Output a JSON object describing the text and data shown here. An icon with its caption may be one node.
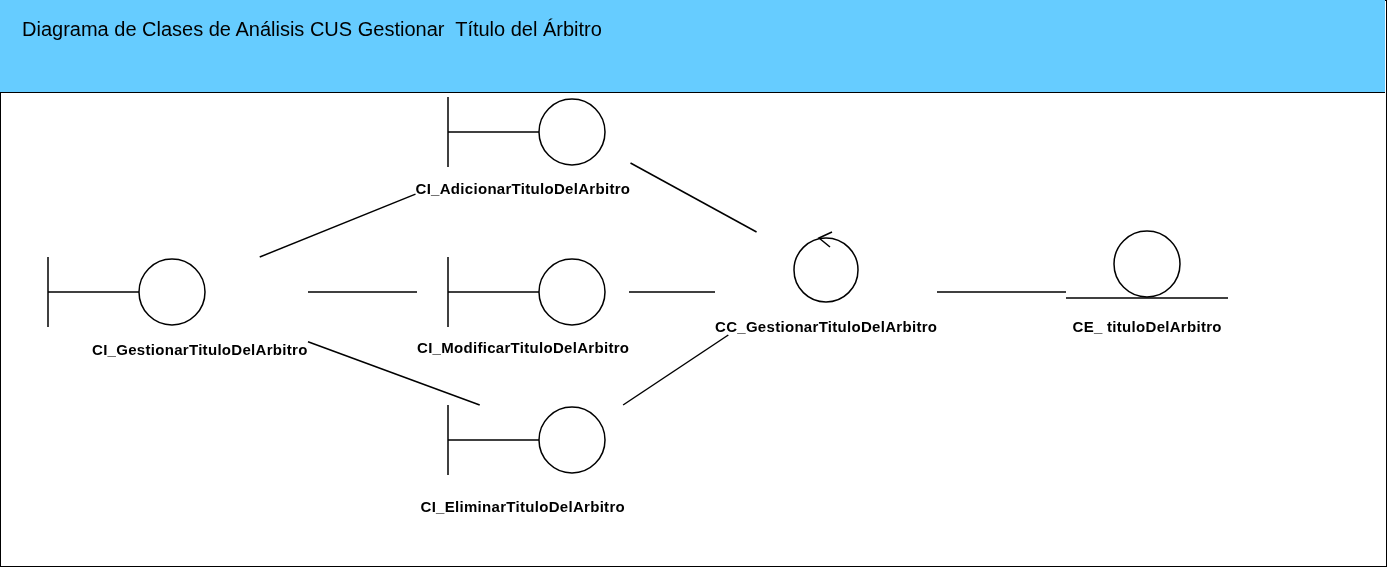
{
  "diagram": {
    "title": "Diagrama de Clases de Análisis CUS Gestionar  Título del Árbitro",
    "nodes": [
      {
        "text": [
          "CI_AdicionarTituloDelArbitro"
        ]
      },
      {
        "text": [
          "CI_GestionarTituloDelArbitro"
        ]
      },
      {
        "text": [
          "CI_ModificarTituloDelArbitro"
        ]
      },
      {
        "text": [
          "CC_GestionarTituloDelArbitro"
        ]
      },
      {
        "text": [
          "CE_ tituloDelArbitro"
        ]
      },
      {
        "text": [
          "CI_EliminarTituloDelArbitro"
        ]
      }
    ],
    "edges": [
      {
        "from": 1,
        "to": 0,
        "arrow": "none"
      },
      {
        "from": 1,
        "to": 2,
        "arrow": "none"
      },
      {
        "from": 1,
        "to": 5,
        "arrow": "none"
      },
      {
        "from": 0,
        "to": 3,
        "arrow": "none"
      },
      {
        "from": 2,
        "to": 3,
        "arrow": "none"
      },
      {
        "from": 5,
        "to": 3,
        "arrow": "none"
      },
      {
        "from": 3,
        "to": 4,
        "arrow": "none"
      }
    ]
  }
}
